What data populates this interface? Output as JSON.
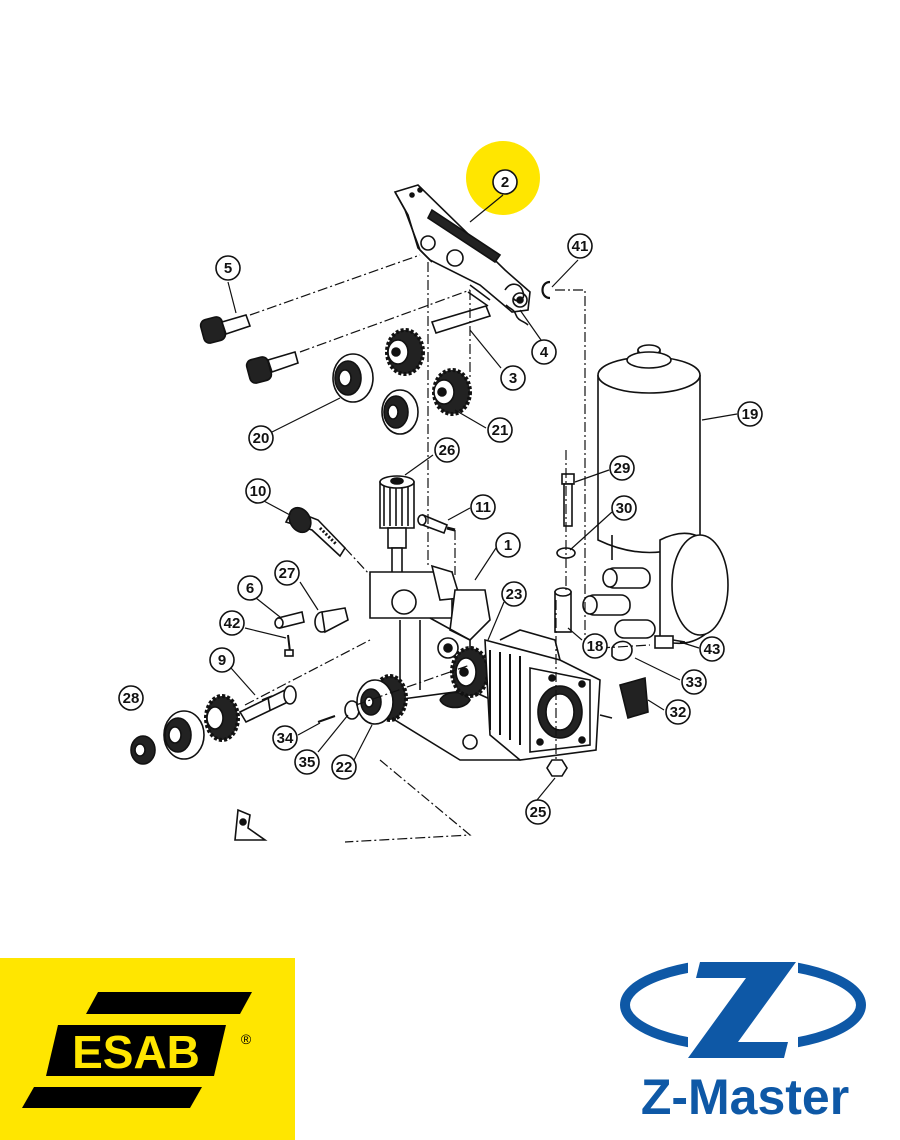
{
  "diagram": {
    "highlight_color": "#ffe600",
    "highlighted_part": "2",
    "callouts": [
      {
        "id": "2",
        "label": "2"
      },
      {
        "id": "41",
        "label": "41"
      },
      {
        "id": "5",
        "label": "5"
      },
      {
        "id": "4",
        "label": "4"
      },
      {
        "id": "3",
        "label": "3"
      },
      {
        "id": "19",
        "label": "19"
      },
      {
        "id": "21",
        "label": "21"
      },
      {
        "id": "20",
        "label": "20"
      },
      {
        "id": "26",
        "label": "26"
      },
      {
        "id": "29",
        "label": "29"
      },
      {
        "id": "10",
        "label": "10"
      },
      {
        "id": "11",
        "label": "11"
      },
      {
        "id": "30",
        "label": "30"
      },
      {
        "id": "1",
        "label": "1"
      },
      {
        "id": "27",
        "label": "27"
      },
      {
        "id": "6",
        "label": "6"
      },
      {
        "id": "23",
        "label": "23"
      },
      {
        "id": "42",
        "label": "42"
      },
      {
        "id": "18",
        "label": "18"
      },
      {
        "id": "43",
        "label": "43"
      },
      {
        "id": "9",
        "label": "9"
      },
      {
        "id": "33",
        "label": "33"
      },
      {
        "id": "28",
        "label": "28"
      },
      {
        "id": "32",
        "label": "32"
      },
      {
        "id": "34",
        "label": "34"
      },
      {
        "id": "35",
        "label": "35"
      },
      {
        "id": "22",
        "label": "22"
      },
      {
        "id": "25",
        "label": "25"
      }
    ]
  },
  "logos": {
    "esab": {
      "text": "ESAB",
      "registered": "®",
      "background": "#ffe600",
      "color": "#000000"
    },
    "zmaster": {
      "text": "Z-Master",
      "color": "#0e58a6"
    }
  }
}
